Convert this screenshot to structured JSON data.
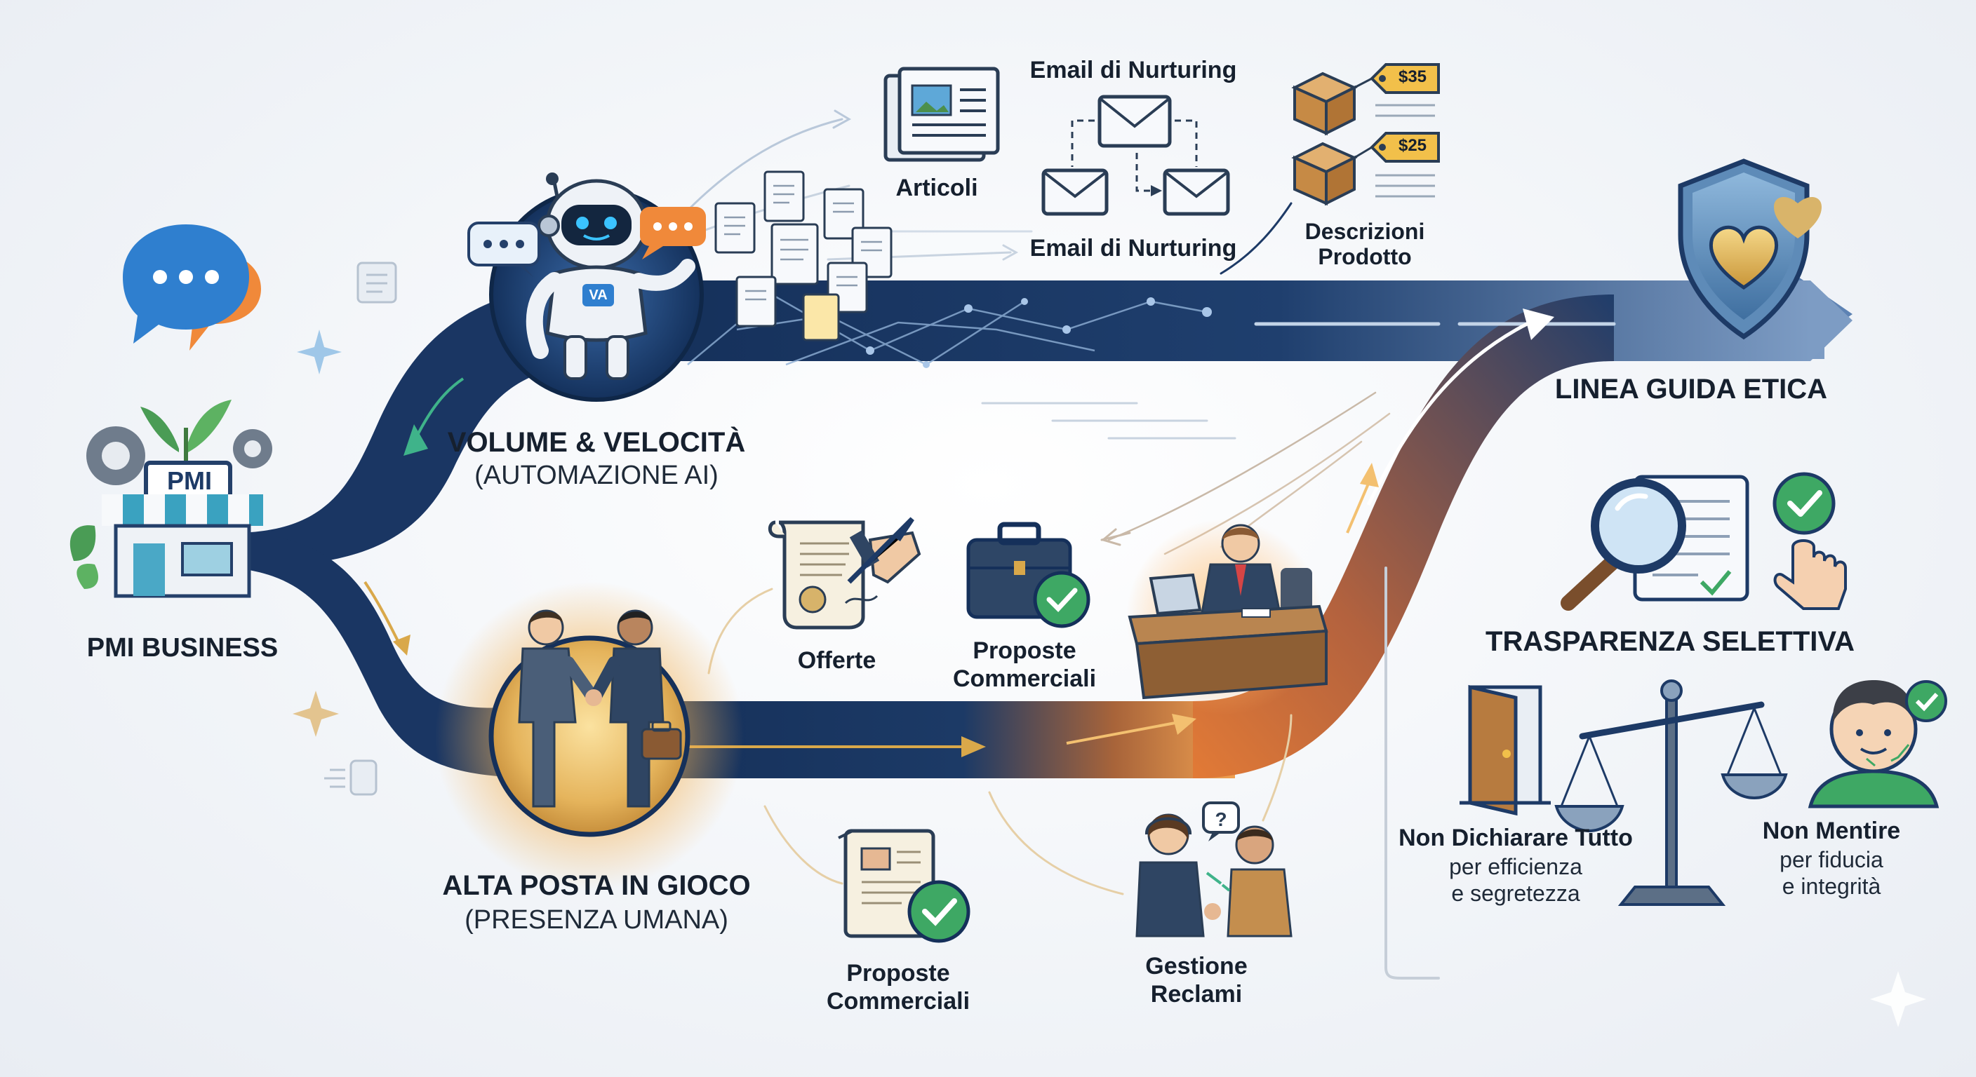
{
  "start": {
    "label": "PMI BUSINESS",
    "shop_sign": "PMI"
  },
  "top_path": {
    "title": "VOLUME & VELOCITÀ",
    "subtitle": "(AUTOMAZIONE AI)",
    "robot_badge": "VA",
    "outputs": {
      "articles": "Articoli",
      "email_top": "Email di Nurturing",
      "email_bottom": "Email di Nurturing",
      "descriptions_1": "Descrizioni",
      "descriptions_2": "Prodotto",
      "price_1": "$35",
      "price_2": "$25"
    }
  },
  "bottom_path": {
    "title": "ALTA POSTA IN GIOCO",
    "subtitle": "(PRESENZA UMANA)",
    "items": {
      "offers": "Offerte",
      "proposals_top_1": "Proposte",
      "proposals_top_2": "Commerciali",
      "proposals_bottom_1": "Proposte",
      "proposals_bottom_2": "Commerciali",
      "complaints_1": "Gestione",
      "complaints_2": "Reclami"
    }
  },
  "ethics": {
    "title": "LINEA GUIDA ETICA",
    "transparency": "TRASPARENZA SELETTIVA",
    "not_declare_title": "Non Dichiarare Tutto",
    "not_declare_line1": "per efficienza",
    "not_declare_line2": "e segretezza",
    "not_lie_title": "Non Mentire",
    "not_lie_line1": "per fiducia",
    "not_lie_line2": "e integrità"
  },
  "colors": {
    "navy": "#1d3a66",
    "navy_dark": "#152c50",
    "gold": "#d9a84a",
    "orange": "#e9863a",
    "green": "#3ea864",
    "teal": "#3fb38a",
    "shield_blue": "#6f9fc9"
  }
}
